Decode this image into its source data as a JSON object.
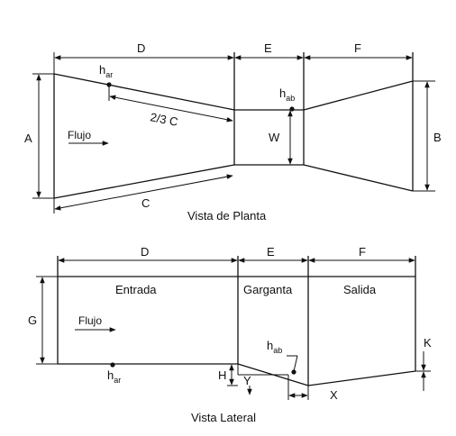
{
  "plan_view": {
    "caption": "Vista de Planta",
    "dims": {
      "D": "D",
      "E": "E",
      "F": "F",
      "A": "A",
      "B": "B",
      "W": "W",
      "C": "C",
      "two_thirds_c": "2/3 C"
    },
    "h_ar": {
      "base": "h",
      "sub": "ar"
    },
    "h_ab": {
      "base": "h",
      "sub": "ab"
    },
    "flow_label": "Flujo"
  },
  "side_view": {
    "caption": "Vista Lateral",
    "dims": {
      "D": "D",
      "E": "E",
      "F": "F",
      "G": "G",
      "K": "K",
      "H": "H",
      "Y": "Y",
      "X": "X"
    },
    "section_labels": {
      "entrada": "Entrada",
      "garganta": "Garganta",
      "salida": "Salida"
    },
    "h_ar": {
      "base": "h",
      "sub": "ar"
    },
    "h_ab": {
      "base": "h",
      "sub": "ab"
    },
    "flow_label": "Flujo"
  }
}
